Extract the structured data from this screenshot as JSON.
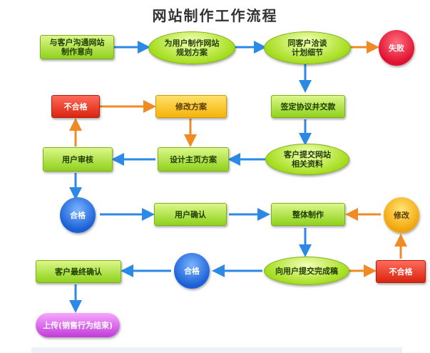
{
  "title": "网站制作工作流程",
  "colors": {
    "blue_arrow": "#2c8ae6",
    "orange_arrow": "#f08a24",
    "green_node": "#8fd21c",
    "red_node": "#d92510",
    "orange_node": "#f4b40a",
    "blue_node": "#1a5fd6",
    "purple_node": "#c13bd8"
  },
  "nodes": {
    "n1": "与客户沟通网站\n制作意向",
    "n2": "为用户制作网站\n规划方案",
    "n3": "同客户洽谈\n计划细节",
    "fail": "失败",
    "n4": "签定协议并交款",
    "n5": "客户提交网站\n相关资料",
    "n6": "设计主页方案",
    "n7": "用户审核",
    "reject1": "不合格",
    "modify1": "修改方案",
    "pass1": "合格",
    "n8": "用户确认",
    "n9": "整体制作",
    "modify2": "修改",
    "n10": "向用户提交完成稿",
    "reject2": "不合格",
    "pass2": "合格",
    "n11": "客户最终确认",
    "end": "上传(销售行为结束)"
  }
}
